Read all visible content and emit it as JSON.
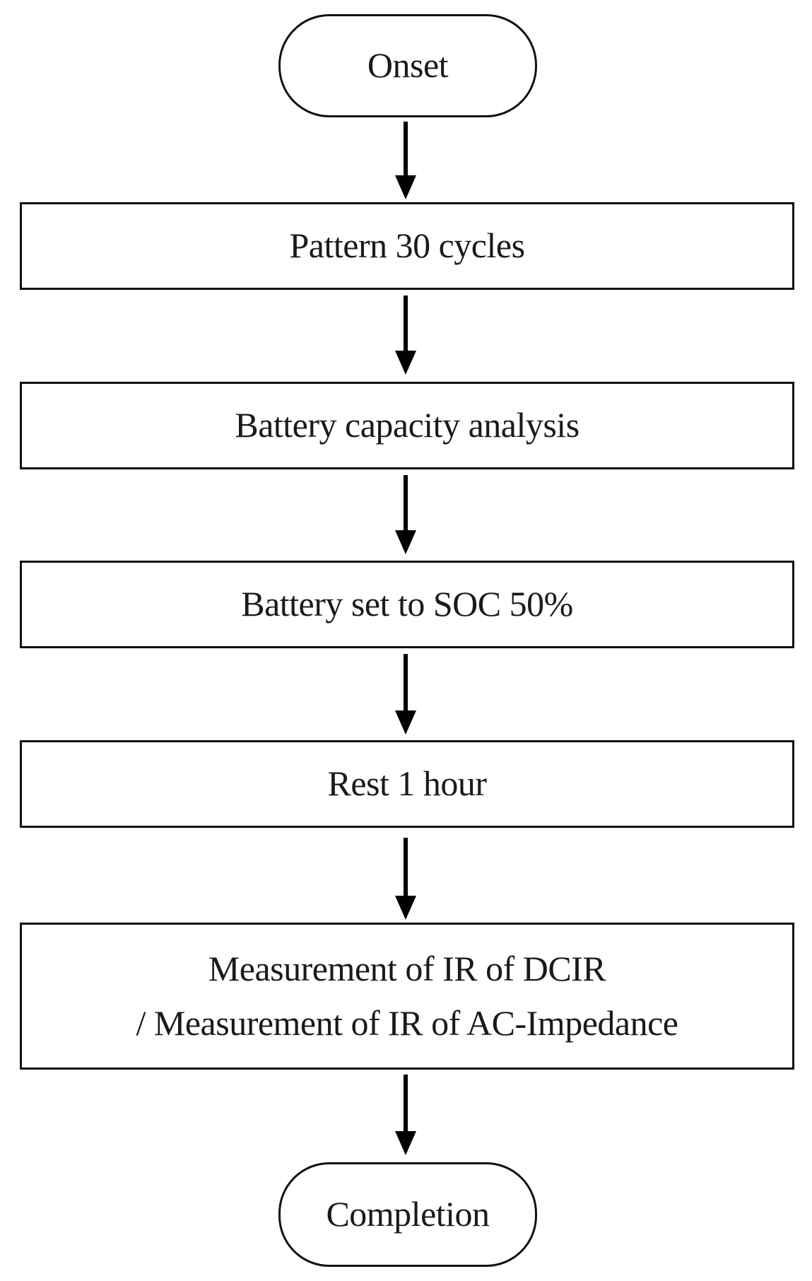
{
  "flowchart": {
    "start": "Onset",
    "steps": [
      "Pattern 30 cycles",
      "Battery capacity analysis",
      "Battery set to SOC 50%",
      "Rest 1 hour"
    ],
    "measurement": {
      "line1": "Measurement of IR of DCIR",
      "line2": "/ Measurement of IR of AC-Impedance"
    },
    "end": "Completion"
  }
}
